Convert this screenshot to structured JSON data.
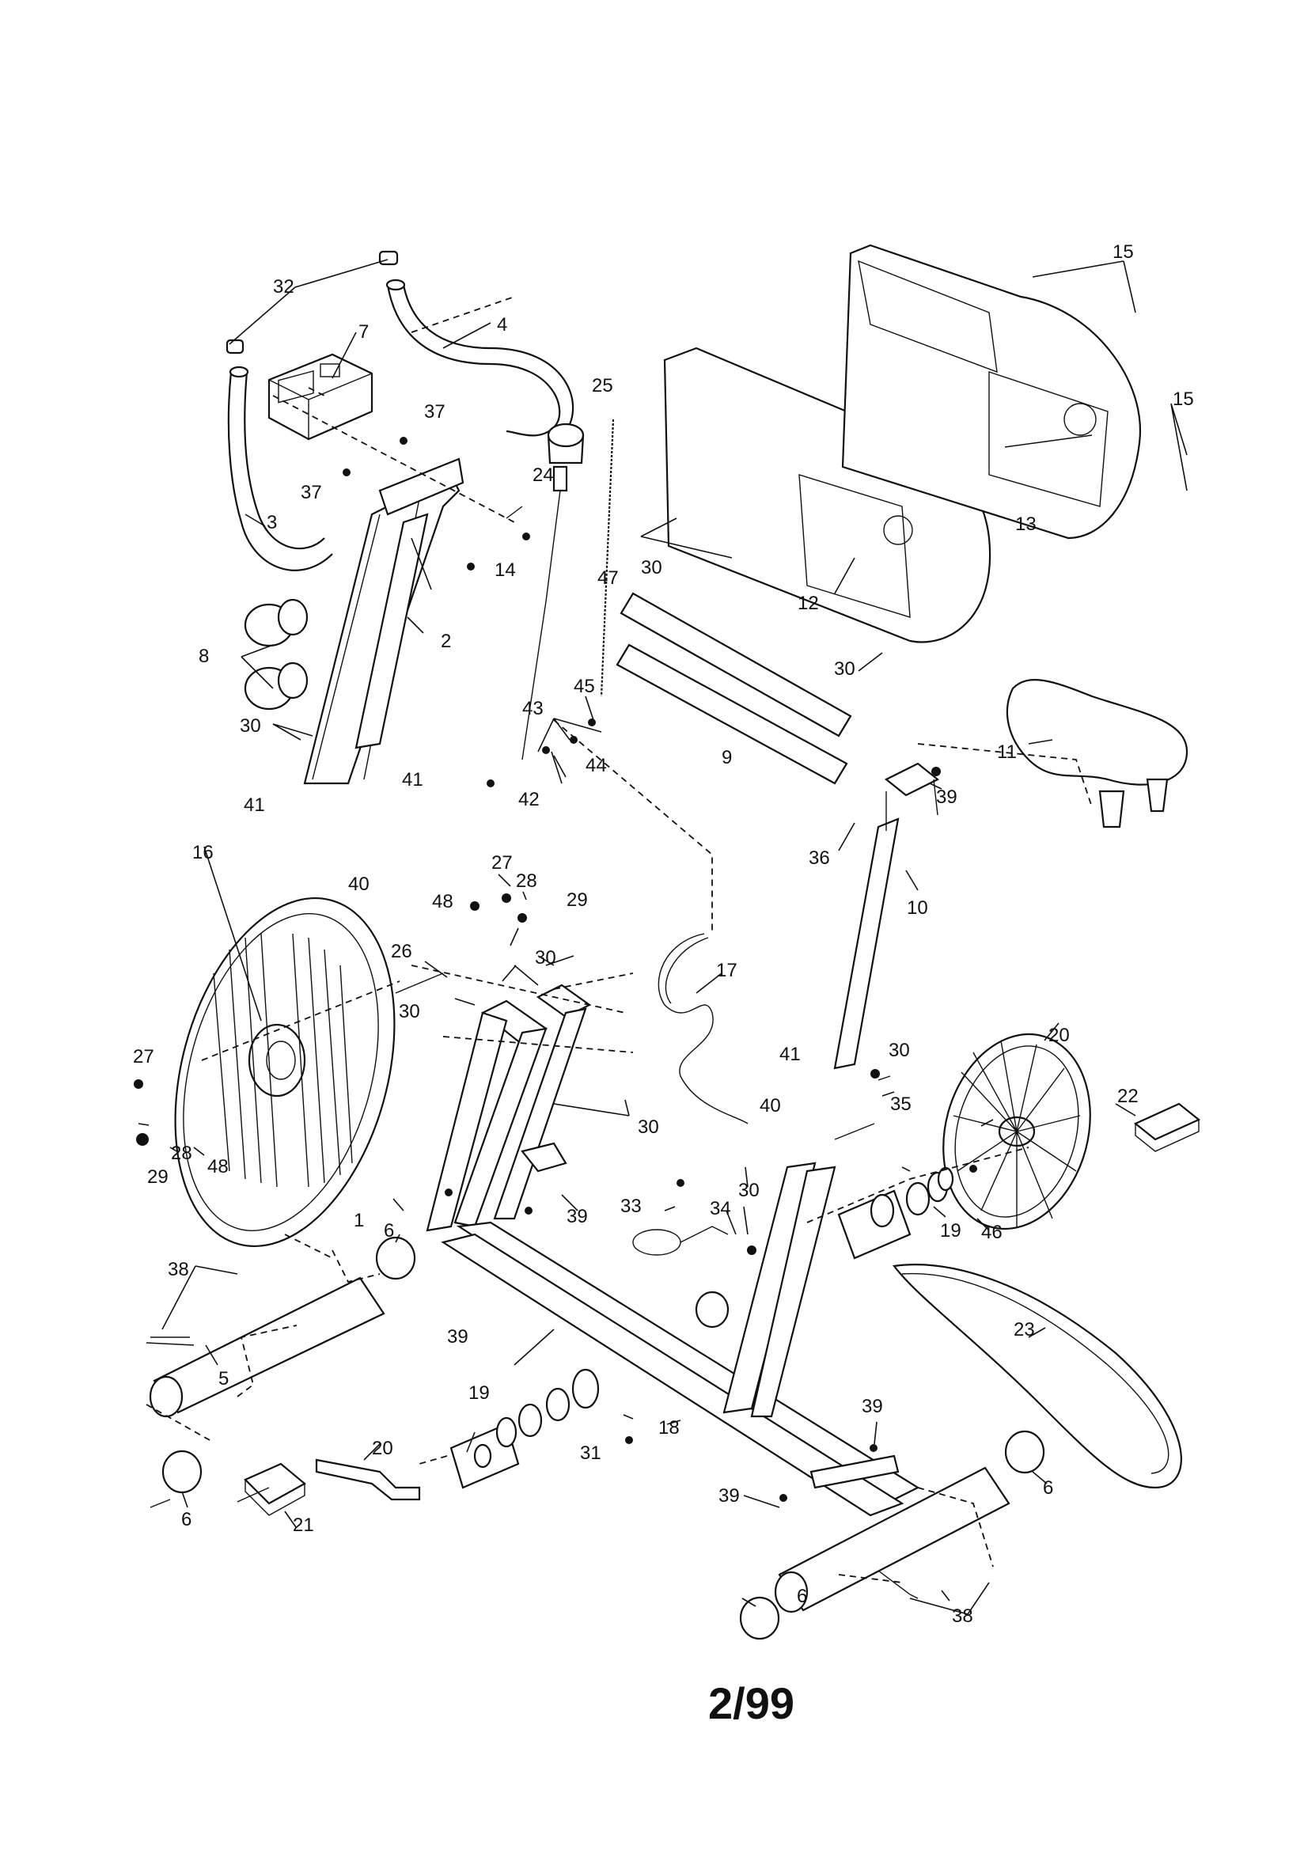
{
  "diagram": {
    "type": "exploded parts diagram",
    "part_labels": [
      "1",
      "2",
      "3",
      "4",
      "5",
      "6",
      "7",
      "8",
      "9",
      "10",
      "11",
      "12",
      "13",
      "14",
      "15",
      "16",
      "17",
      "18",
      "19",
      "20",
      "21",
      "22",
      "23",
      "24",
      "25",
      "26",
      "27",
      "28",
      "29",
      "30",
      "31",
      "32",
      "33",
      "34",
      "35",
      "36",
      "37",
      "38",
      "39",
      "40",
      "41",
      "42",
      "43",
      "44",
      "45",
      "46",
      "47",
      "48"
    ],
    "page_code": "2/99"
  }
}
